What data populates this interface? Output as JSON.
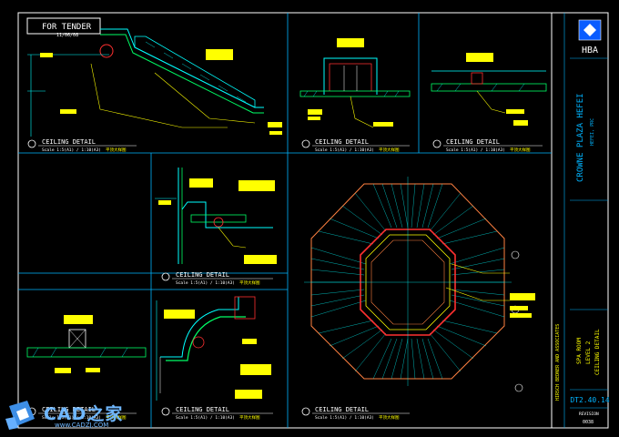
{
  "sheet": {
    "tender_label": "FOR TENDER",
    "tender_date": "11/06/08",
    "detail_title": "CEILING DETAIL",
    "detail_scale": "Scale 1:5(A1) / 1:10(A3)",
    "detail_scale_chinese": "平顶大样图"
  },
  "title_block": {
    "firm": "HBA",
    "firm_subtitle": "HIRSCH BEDNER AND ASSOCIATES",
    "project": "CROWNE PLAZA HEFEI",
    "project_sub": "HEFEI, PRC",
    "drawing_area": "SPA ROOM",
    "drawing_level": "LEVEL 2",
    "drawing_title": "CEILING DETAIL",
    "drawing_number": "DT2.40.14",
    "revision_label": "REVISION",
    "revision_value": "0038"
  },
  "watermark": {
    "brand": "CAD之家",
    "url": "www.CADZJ.COM"
  },
  "colors": {
    "frame": "#ffffff",
    "title_block": "#00b4ff",
    "dimension": "#00ffff",
    "geometry": "#ffff00",
    "accent_red": "#ff3030",
    "accent_green": "#00ff66",
    "label_fill": "#ffff00"
  }
}
